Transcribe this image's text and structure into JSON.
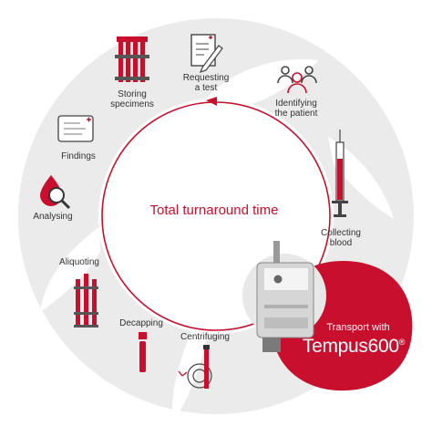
{
  "diagram": {
    "center_title": "Total turnaround time",
    "steps": [
      {
        "id": "requesting",
        "label": "Requesting\na test"
      },
      {
        "id": "identifying",
        "label": "Identifying\nthe patient"
      },
      {
        "id": "collecting",
        "label": "Collecting\nblood"
      },
      {
        "id": "centrifuging",
        "label": "Centrifuging"
      },
      {
        "id": "decapping",
        "label": "Decapping"
      },
      {
        "id": "aliquoting",
        "label": "Aliquoting"
      },
      {
        "id": "analysing",
        "label": "Analysing"
      },
      {
        "id": "findings",
        "label": "Findings"
      },
      {
        "id": "storing",
        "label": "Storing\nspecimens"
      }
    ],
    "promo": {
      "line1": "Transport with",
      "line2": "Tempus600",
      "mark": "®"
    }
  },
  "colors": {
    "accent": "#c8102e",
    "ring": "#ebebeb",
    "text": "#333333",
    "icon_gray": "#555555"
  }
}
